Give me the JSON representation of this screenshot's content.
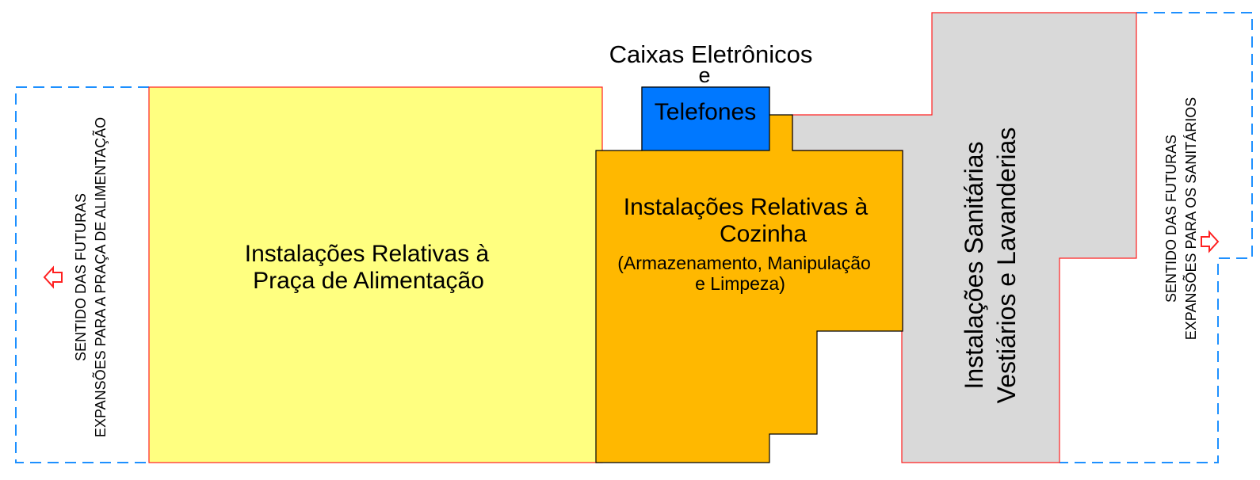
{
  "zones": {
    "food_court": {
      "line1": "Instalações Relativas à",
      "line2": "Praça de Alimentação",
      "color": "#FFFF80"
    },
    "atm_phones": {
      "title_line1": "Caixas Eletrônicos",
      "title_line2": "e",
      "inner_label": "Telefones",
      "color": "#0078FF"
    },
    "kitchen": {
      "line1": "Instalações Relativas à",
      "line2": "Cozinha",
      "line3": "(Armazenamento, Manipulação",
      "line4": "e Limpeza)",
      "color": "#FFB800"
    },
    "sanitary": {
      "line1": "Instalações Sanitárias",
      "line2": "Vestiários e Lavanderias",
      "color": "#D9D9D9"
    }
  },
  "expansions": {
    "left": {
      "line1": "SENTIDO DAS FUTURAS",
      "line2": "EXPANSÕES  PARA A PRAÇA DE ALIMENTAÇÃO",
      "arrow_direction": "left"
    },
    "right": {
      "line1": "SENTIDO DAS FUTURAS",
      "line2": "EXPANSÕES  PARA OS SANITÁRIOS",
      "arrow_direction": "right"
    },
    "dashed_color": "#1E90FF",
    "arrow_color": "#FF2020"
  },
  "colors": {
    "outline_red": "#FF2020",
    "outline_black": "#000000"
  }
}
